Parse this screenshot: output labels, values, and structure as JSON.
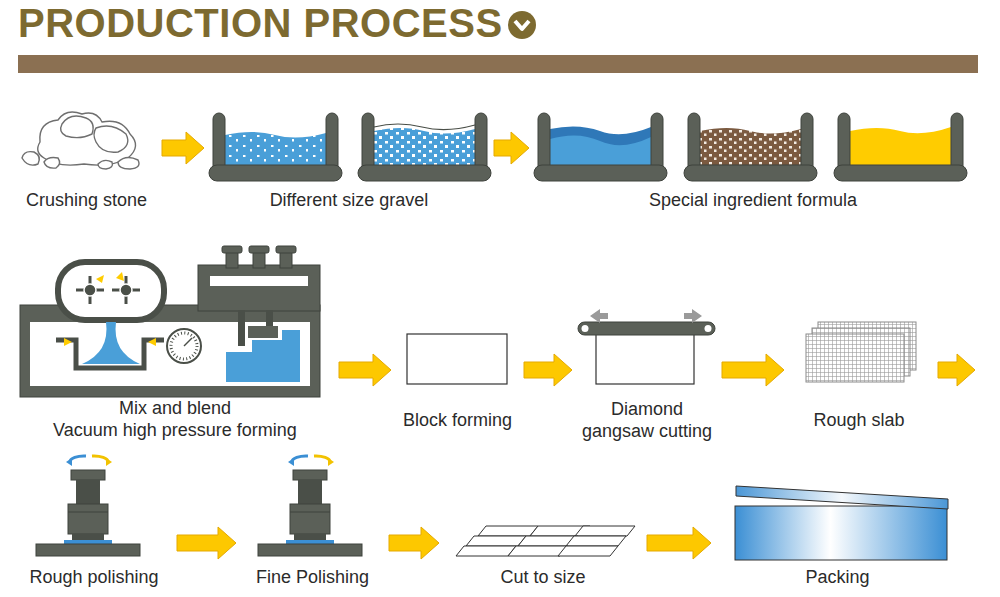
{
  "diagram": {
    "title": "PRODUCTION PROCESS",
    "nodes": [
      {
        "text": [
          "Crushing stone"
        ]
      },
      {
        "text": [
          "Different size gravel"
        ]
      },
      {
        "text": [
          "Special ingredient formula"
        ]
      },
      {
        "text": [
          "Mix and blend",
          "Vacuum high pressure forming"
        ]
      },
      {
        "text": [
          "Block forming"
        ]
      },
      {
        "text": [
          "Diamond gangsaw cutting"
        ]
      },
      {
        "text": [
          "Rough slab"
        ]
      },
      {
        "text": [
          "Rough polishing"
        ]
      },
      {
        "text": [
          "Fine Polishing"
        ]
      },
      {
        "text": [
          "Cut to size"
        ]
      },
      {
        "text": [
          "Packing"
        ]
      }
    ],
    "edges": [
      {
        "from": 0,
        "to": 1,
        "arrow": "to"
      },
      {
        "from": 1,
        "to": 2,
        "arrow": "to"
      },
      {
        "from": 3,
        "to": 4,
        "arrow": "to"
      },
      {
        "from": 4,
        "to": 5,
        "arrow": "to"
      },
      {
        "from": 5,
        "to": 6,
        "arrow": "to"
      },
      {
        "from": 7,
        "to": 8,
        "arrow": "to"
      },
      {
        "from": 8,
        "to": 9,
        "arrow": "to"
      },
      {
        "from": 9,
        "to": 10,
        "arrow": "to"
      }
    ]
  }
}
